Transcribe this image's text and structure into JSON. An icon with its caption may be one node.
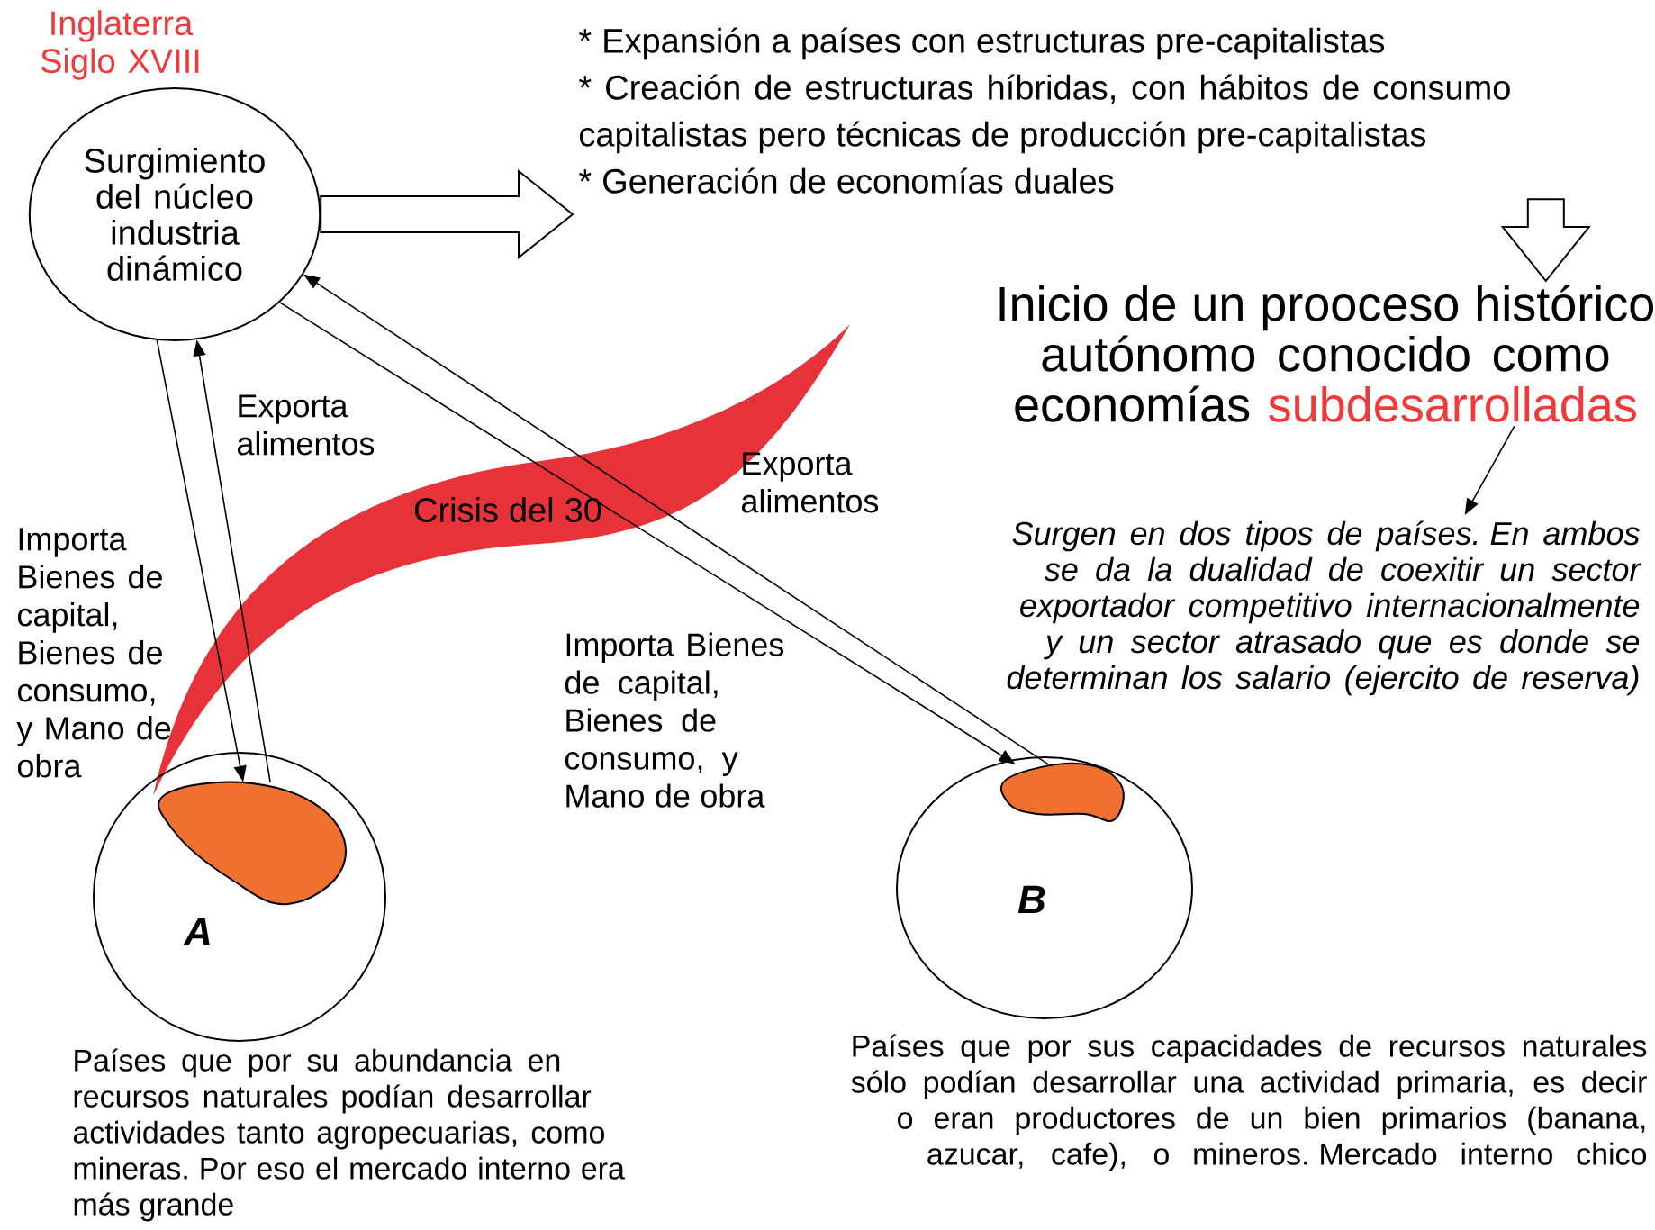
{
  "diagram": {
    "nodes": [
      {
        "text": [
          "Surgimiento del núcleo industria dinámico"
        ],
        "beside": [
          "Inglaterra Siglo XVIII"
        ]
      },
      {
        "text": [
          "* Expansión a países con estructuras pre-capitalistas",
          "* Creación de estructuras híbridas, con hábitos de consumo capitalistas pero técnicas de producción pre-capitalistas",
          "* Generación de economías duales"
        ]
      },
      {
        "text": [
          "Inicio de un prooceso histórico autónomo conocido como economías",
          "subdesarrolladas"
        ]
      },
      {
        "text": [
          "Surgen en dos tipos de países. En ambos se da la dualidad de coexitir un sector exportador competitivo internacionalmente y un sector atrasado que es donde se determinan los salario (ejercito de reserva)"
        ]
      },
      {
        "text": [
          "A"
        ],
        "beside": [
          "Países que por su abundancia en recursos naturales podían desarrollar actividades tanto agropecuarias, como mineras. Por eso el mercado interno era más grande"
        ]
      },
      {
        "text": [],
        "shape": "blob",
        "in": 4
      },
      {
        "text": [
          "B"
        ],
        "beside": [
          "Países que por sus capacidades de recursos naturales sólo podían desarrollar una actividad primaria, es decir o eran productores de un bien primarios (banana, azucar, cafe), o mineros. Mercado interno chico"
        ]
      },
      {
        "text": [],
        "shape": "blob",
        "in": 6
      }
    ],
    "edges": [
      {
        "from": 0,
        "to": 1,
        "arrow": "to",
        "style": "thick"
      },
      {
        "from": 1,
        "to": 2,
        "arrow": "to",
        "style": "thick"
      },
      {
        "from": 2,
        "to": 3,
        "arrow": "to"
      },
      {
        "from": 0,
        "to": 5,
        "arrow": "to",
        "label": "Importa Bienes de capital, Bienes de consumo, y Mano de obra"
      },
      {
        "from": 5,
        "to": 0,
        "arrow": "to",
        "label": "Exporta alimentos"
      },
      {
        "from": 7,
        "to": 0,
        "arrow": "to",
        "label": "Exporta alimentos"
      },
      {
        "from": 0,
        "to": 7,
        "arrow": "to",
        "label": "Importa Bienes de capital, Bienes de consumo, y Mano de obra"
      }
    ],
    "labels": [
      "Crisis del 30"
    ]
  }
}
